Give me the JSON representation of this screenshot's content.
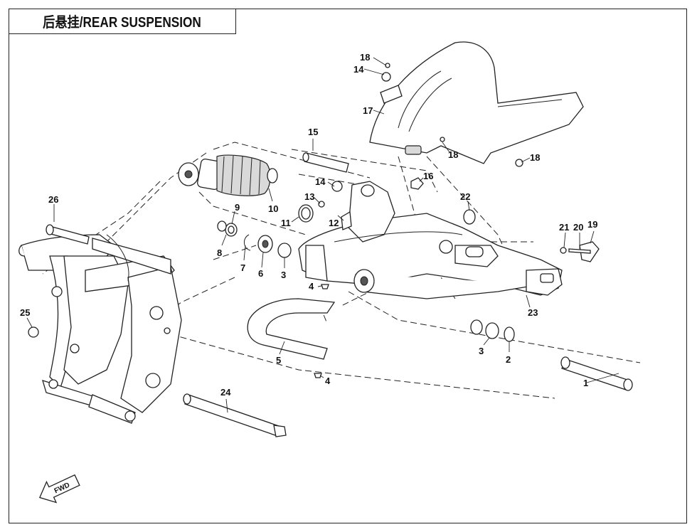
{
  "title": "后悬挂/REAR SUSPENSION",
  "direction_badge": "FWD",
  "callouts": {
    "c1": "1",
    "c2": "2",
    "c3a": "3",
    "c3b": "3",
    "c4a": "4",
    "c4b": "4",
    "c5": "5",
    "c6": "6",
    "c7": "7",
    "c8": "8",
    "c9": "9",
    "c10": "10",
    "c11": "11",
    "c12": "12",
    "c13": "13",
    "c14a": "14",
    "c14b": "14",
    "c15": "15",
    "c16": "16",
    "c17": "17",
    "c18a": "18",
    "c18b": "18",
    "c18c": "18",
    "c19": "19",
    "c20": "20",
    "c21": "21",
    "c22": "22",
    "c23": "23",
    "c24": "24",
    "c25": "25",
    "c26": "26"
  }
}
